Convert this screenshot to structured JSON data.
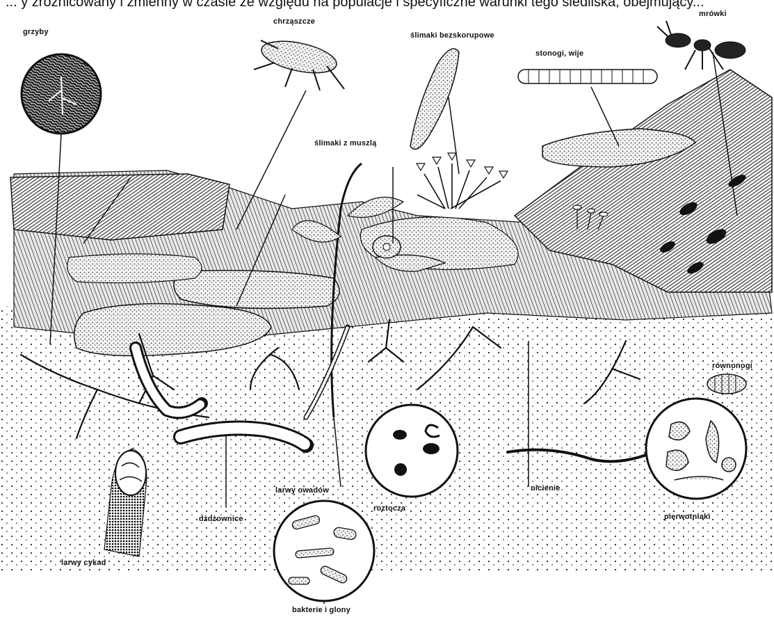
{
  "top_text": "... y zróżnicowany i zmienny w czasie ze względu na populacje i specyficzne warunki tego siedliska, obejmujący...",
  "labels": {
    "grzyby": "grzyby",
    "chrzaszcze": "chrząszcze",
    "slimaki_bezskorupowe": "ślimaki bezskorupowe",
    "stonogi_wije": "stonogi, wije",
    "mrowki": "mrówki",
    "slimaki_z_muszla": "ślimaki z muszlą",
    "rownonogi": "równonogi",
    "larwy_owadow": "larwy owadów",
    "roztocza": "roztocza",
    "nicienie": "nicienie",
    "pierwotniaki": "pierwotniaki",
    "dzdzownice": "dżdżownice",
    "larwy_cykad": "larwy cykad",
    "bakterie_i_glony": "bakterie i glony"
  }
}
